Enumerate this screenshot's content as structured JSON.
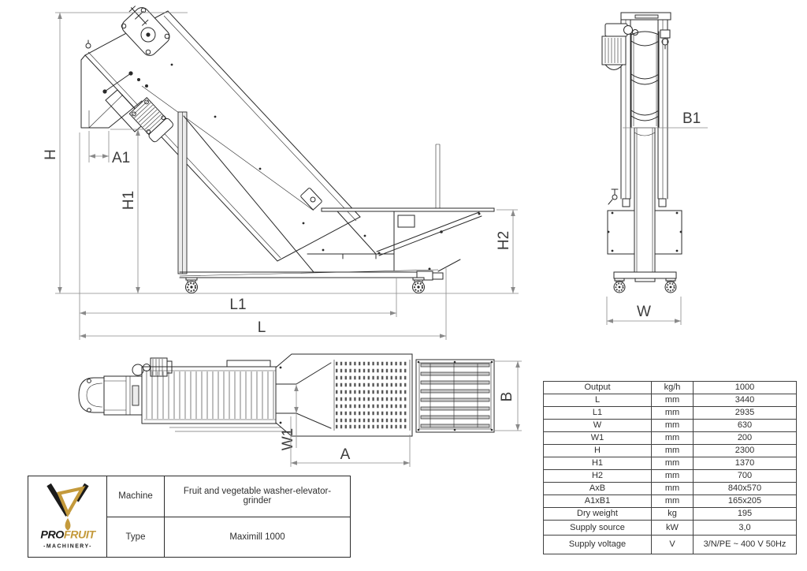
{
  "colors": {
    "gold": "#c49a3c",
    "ink": "#1b1b1b",
    "line": "#2a2a2a",
    "dim": "#8a8a8a"
  },
  "logo": {
    "pro": "PRO",
    "fruit": "FRUIT",
    "machinery": "-MACHINERY-"
  },
  "title_block": {
    "machine_label": "Machine",
    "machine_value": "Fruit and vegetable washer-elevator-grinder",
    "type_label": "Type",
    "type_value": "Maximill 1000"
  },
  "spec_table": {
    "rows": [
      {
        "param": "Output",
        "unit": "kg/h",
        "value": "1000"
      },
      {
        "param": "L",
        "unit": "mm",
        "value": "3440"
      },
      {
        "param": "L1",
        "unit": "mm",
        "value": "2935"
      },
      {
        "param": "W",
        "unit": "mm",
        "value": "630"
      },
      {
        "param": "W1",
        "unit": "mm",
        "value": "200"
      },
      {
        "param": "H",
        "unit": "mm",
        "value": "2300"
      },
      {
        "param": "H1",
        "unit": "mm",
        "value": "1370"
      },
      {
        "param": "H2",
        "unit": "mm",
        "value": "700"
      },
      {
        "param": "AxB",
        "unit": "mm",
        "value": "840x570"
      },
      {
        "param": "A1xB1",
        "unit": "mm",
        "value": "165x205"
      },
      {
        "param": "Dry weight",
        "unit": "kg",
        "value": "195"
      },
      {
        "param": "Supply source",
        "unit": "kW",
        "value": "3,0"
      },
      {
        "param": "Supply voltage",
        "unit": "V",
        "value": "3/N/PE ~ 400 V 50Hz"
      }
    ]
  },
  "dims": {
    "side": {
      "h": "H",
      "h1": "H1",
      "a1": "A1",
      "h2": "H2",
      "l1": "L1",
      "l": "L"
    },
    "front": {
      "b1": "B1",
      "w": "W"
    },
    "top": {
      "w1": "W1",
      "a": "A",
      "b": "B"
    }
  }
}
